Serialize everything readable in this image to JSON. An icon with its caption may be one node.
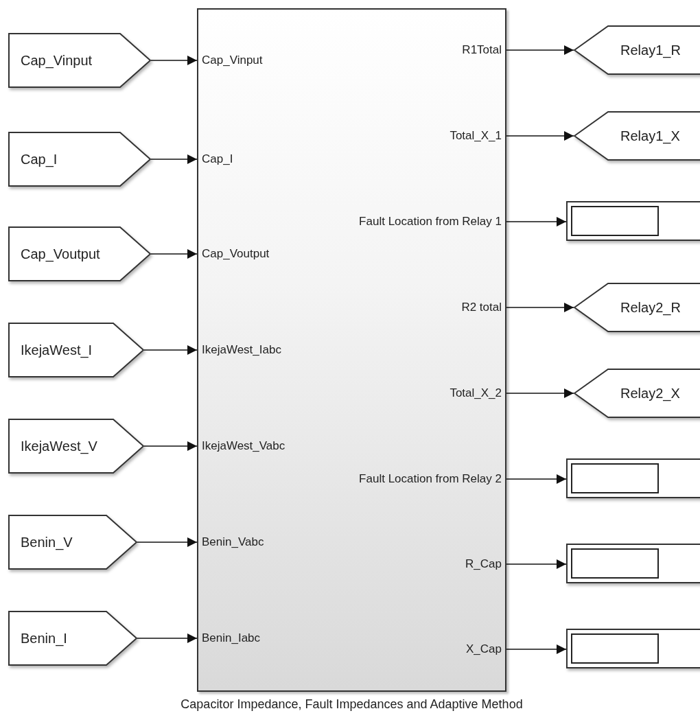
{
  "diagram": {
    "nodes": [
      {
        "text": [
          "Capacitor Impedance, Fault Impedances and Adaptive Method"
        ]
      },
      {
        "text": [
          "Cap_Vinput"
        ],
        "in": 0
      },
      {
        "text": [
          "Cap_I"
        ],
        "in": 0
      },
      {
        "text": [
          "Cap_Voutput"
        ],
        "in": 0
      },
      {
        "text": [
          "IkejaWest_Iabc"
        ],
        "in": 0
      },
      {
        "text": [
          "IkejaWest_Vabc"
        ],
        "in": 0
      },
      {
        "text": [
          "Benin_Vabc"
        ],
        "in": 0
      },
      {
        "text": [
          "Benin_Iabc"
        ],
        "in": 0
      },
      {
        "text": [
          "R1Total"
        ],
        "in": 0
      },
      {
        "text": [
          "Total_X_1"
        ],
        "in": 0
      },
      {
        "text": [
          "Fault Location from Relay 1"
        ],
        "in": 0
      },
      {
        "text": [
          "R2 total"
        ],
        "in": 0
      },
      {
        "text": [
          "Total_X_2"
        ],
        "in": 0
      },
      {
        "text": [
          "Fault Location from Relay 2"
        ],
        "in": 0
      },
      {
        "text": [
          "R_Cap"
        ],
        "in": 0
      },
      {
        "text": [
          "X_Cap"
        ],
        "in": 0
      },
      {
        "text": [
          "Cap_Vinput"
        ]
      },
      {
        "text": [
          "Cap_I"
        ]
      },
      {
        "text": [
          "Cap_Voutput"
        ]
      },
      {
        "text": [
          "IkejaWest_I"
        ]
      },
      {
        "text": [
          "IkejaWest_V"
        ]
      },
      {
        "text": [
          "Benin_V"
        ]
      },
      {
        "text": [
          "Benin_I"
        ]
      },
      {
        "text": [
          "Relay1_R"
        ]
      },
      {
        "text": [
          "Relay1_X"
        ]
      },
      {
        "text": [],
        "shape": "box"
      },
      {
        "text": [
          "Relay2_R"
        ]
      },
      {
        "text": [
          "Relay2_X"
        ]
      },
      {
        "text": [],
        "shape": "box"
      },
      {
        "text": [],
        "shape": "box"
      },
      {
        "text": [],
        "shape": "box"
      }
    ],
    "edges": [
      {
        "from": 16,
        "to": 1,
        "arrow": "to"
      },
      {
        "from": 17,
        "to": 2,
        "arrow": "to"
      },
      {
        "from": 18,
        "to": 3,
        "arrow": "to"
      },
      {
        "from": 19,
        "to": 4,
        "arrow": "to"
      },
      {
        "from": 20,
        "to": 5,
        "arrow": "to"
      },
      {
        "from": 21,
        "to": 6,
        "arrow": "to"
      },
      {
        "from": 22,
        "to": 7,
        "arrow": "to"
      },
      {
        "from": 8,
        "to": 23,
        "arrow": "to"
      },
      {
        "from": 9,
        "to": 24,
        "arrow": "to"
      },
      {
        "from": 10,
        "to": 25,
        "arrow": "to"
      },
      {
        "from": 11,
        "to": 26,
        "arrow": "to"
      },
      {
        "from": 12,
        "to": 27,
        "arrow": "to"
      },
      {
        "from": 13,
        "to": 28,
        "arrow": "to"
      },
      {
        "from": 14,
        "to": 29,
        "arrow": "to"
      },
      {
        "from": 15,
        "to": 30,
        "arrow": "to"
      }
    ]
  }
}
